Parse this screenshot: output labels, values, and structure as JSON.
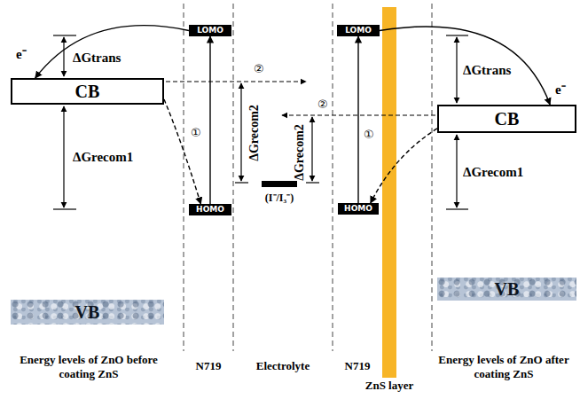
{
  "diagram": {
    "nodes": [
      {
        "text": [
          "CB"
        ]
      },
      {
        "text": [
          "LOMO"
        ]
      },
      {
        "text": [
          "HOMO"
        ]
      },
      {
        "text": [
          "(I⁻/I₃⁻)"
        ]
      },
      {
        "text": [
          "LOMO"
        ]
      },
      {
        "text": [
          "HOMO"
        ]
      },
      {
        "text": [
          "ZnS layer"
        ]
      },
      {
        "text": [
          "CB"
        ]
      },
      {
        "text": [
          "VB"
        ]
      },
      {
        "text": [
          "VB"
        ]
      }
    ],
    "edges": [
      {
        "from": 1,
        "to": 0,
        "arrow": "to",
        "label": "e⁻"
      },
      {
        "from": 2,
        "to": 1,
        "arrow": "to"
      },
      {
        "from": 0,
        "to": 2,
        "arrow": "to",
        "label": "①"
      },
      {
        "from": 5,
        "to": 4,
        "arrow": "to"
      },
      {
        "from": 4,
        "to": 7,
        "arrow": "to",
        "label": "e⁻"
      },
      {
        "from": 7,
        "to": 5,
        "arrow": "to",
        "label": "①"
      }
    ],
    "labels": [
      "ΔGtrans",
      "ΔGrecom1",
      "ΔGrecom2",
      "②",
      "ΔGrecom2",
      "②",
      "ΔGtrans",
      "ΔGrecom1",
      "Energy levels of ZnO before coating ZnS",
      "N719",
      "Electrolyte",
      "N719",
      "Energy levels of ZnO after coating ZnS"
    ]
  }
}
